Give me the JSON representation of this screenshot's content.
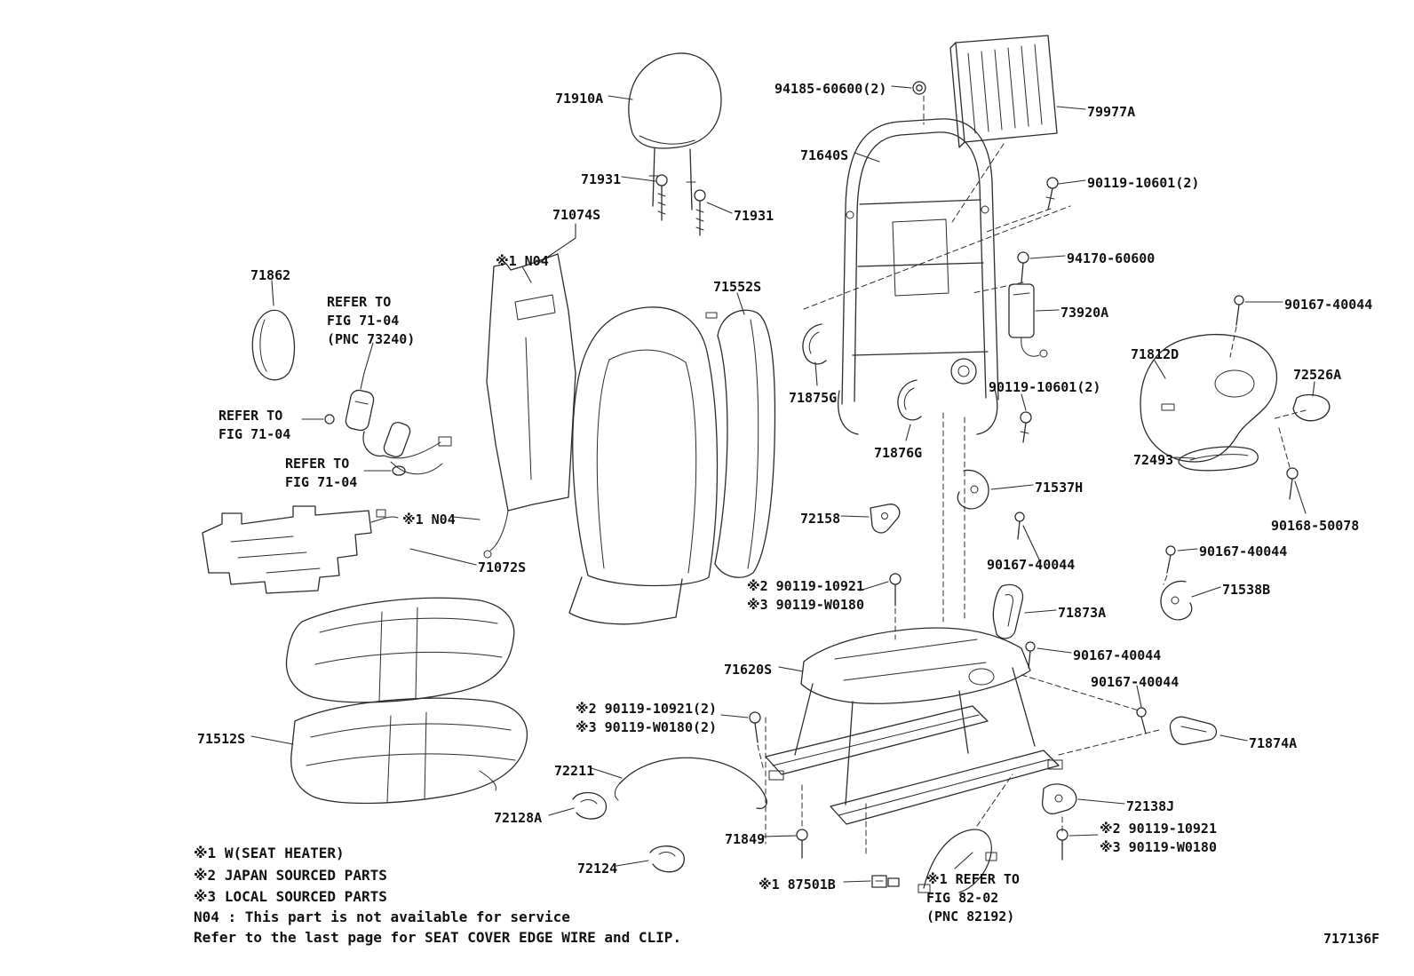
{
  "diagram": {
    "figure_code": "717136F",
    "labels": {
      "p71910A": "71910A",
      "p94185": "94185-60600(2)",
      "p79977A": "79977A",
      "p71640S": "71640S",
      "p71931_a": "71931",
      "p90119_10601_a": "90119-10601(2)",
      "p71074S": "71074S",
      "p71931_b": "71931",
      "n04_a": "※1 N04",
      "p94170": "94170-60600",
      "p71862": "71862",
      "p71552S": "71552S",
      "refer_73240": "REFER TO\nFIG 71-04\n(PNC 73240)",
      "p73920A": "73920A",
      "p90167_a": "90167-40044",
      "p71812D": "71812D",
      "p72526A": "72526A",
      "p71875G": "71875G",
      "p90119_10601_b": "90119-10601(2)",
      "refer_7104_a": "REFER TO\nFIG 71-04",
      "p71876G": "71876G",
      "p72493": "72493",
      "refer_7104_b": "REFER TO\nFIG 71-04",
      "p71537H": "71537H",
      "p90168": "90168-50078",
      "n04_b": "※1 N04",
      "p72158": "72158",
      "p90167_b": "90167-40044",
      "p71072S": "71072S",
      "p90167_c": "90167-40044",
      "p71538B": "71538B",
      "bolt_note_a": "※2 90119-10921\n※3 90119-W0180",
      "p71873A": "71873A",
      "p90167_d": "90167-40044",
      "p71620S": "71620S",
      "p90167_e": "90167-40044",
      "bolt_note_b": "※2 90119-10921(2)\n※3 90119-W0180(2)",
      "p71512S": "71512S",
      "p71874A": "71874A",
      "p72211": "72211",
      "p72128A": "72128A",
      "p72138J": "72138J",
      "p71849": "71849",
      "bolt_note_c": "※2 90119-10921\n※3 90119-W0180",
      "p72124": "72124",
      "p87501B": "※1 87501B",
      "refer_8202": "※1 REFER TO\nFIG 82-02\n(PNC 82192)"
    },
    "notes": {
      "note1": "※1 W(SEAT HEATER)",
      "note2": "※2 JAPAN SOURCED PARTS",
      "note3": "※3 LOCAL SOURCED PARTS",
      "note4": "N04 : This part is not available for service",
      "note5": "Refer to the last page for SEAT COVER EDGE WIRE and CLIP."
    }
  }
}
